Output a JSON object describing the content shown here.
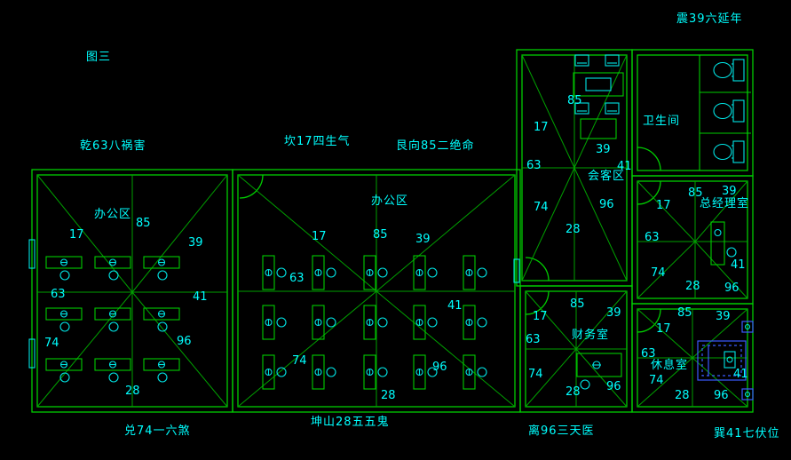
{
  "title": "图三",
  "perimeter_labels": {
    "zhen": "震39六延年",
    "qian": "乾63八祸害",
    "kan": "坎17四生气",
    "gen": "艮向85二绝命",
    "dui": "兑74一六煞",
    "kun": "坤山28五五鬼",
    "li": "离96三天医",
    "xun": "巽41七伏位"
  },
  "rooms": {
    "office_left": {
      "label": "办公区",
      "numbers": {
        "nw": "17",
        "n": "85",
        "ne": "39",
        "w": "63",
        "e": "41",
        "sw": "74",
        "se": "96",
        "s": "28"
      }
    },
    "office_right": {
      "label": "办公区",
      "numbers": {
        "nw": "17",
        "n": "85",
        "ne": "39",
        "w": "63",
        "e": "41",
        "sw": "74",
        "se": "96",
        "s": "28"
      }
    },
    "meeting": {
      "label": "会客区",
      "numbers": {
        "nw": "17",
        "n": "85",
        "ne": "39",
        "w": "63",
        "e": "41",
        "sw": "74",
        "se": "96",
        "s": "28"
      }
    },
    "bathroom": {
      "label": "卫生间"
    },
    "manager": {
      "label": "总经理室",
      "numbers": {
        "nw": "17",
        "n": "85",
        "ne": "39",
        "w": "63",
        "e": "41",
        "sw": "74",
        "se": "96",
        "s": "28"
      }
    },
    "finance": {
      "label": "财务室",
      "numbers": {
        "nw": "17",
        "n": "85",
        "ne": "39",
        "w": "63",
        "sw": "74",
        "se": "96",
        "s": "28"
      }
    },
    "rest": {
      "label": "休息室",
      "numbers": {
        "nw": "17",
        "n": "85",
        "ne": "39",
        "w": "63",
        "e": "41",
        "sw": "74",
        "se": "96",
        "s": "28"
      }
    }
  },
  "colors": {
    "background": "#000000",
    "line_green": "#00CC00",
    "text_cyan": "#00FFFF",
    "furniture_blue": "#3A5BFF"
  }
}
